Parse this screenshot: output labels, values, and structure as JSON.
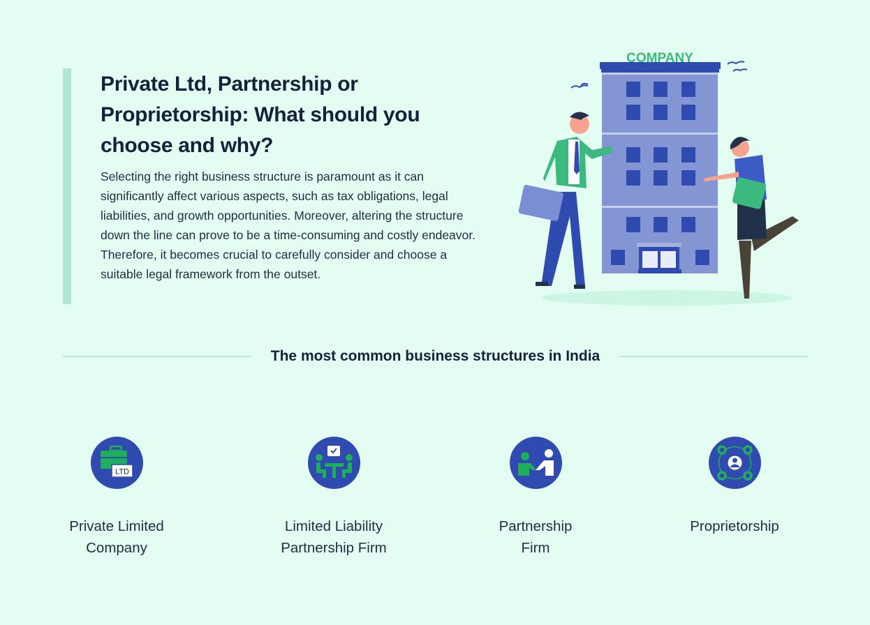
{
  "header": {
    "title": "Private Ltd, Partnership or Proprietorship: What should you choose and why?",
    "description": "Selecting the right business structure is paramount as it can significantly affect various aspects, such as tax obligations, legal liabilities, and growth opportunities. Moreover, altering the structure down the line can prove to be a time-consuming and costly endeavor. Therefore, it becomes crucial to carefully consider and choose a suitable legal framework from the outset."
  },
  "illustration": {
    "building_sign": "COMPANY",
    "description": "Two business people standing in front of a company building"
  },
  "section": {
    "title": "The most common business structures in India"
  },
  "structures": [
    {
      "label_line1": "Private Limited",
      "label_line2": "Company",
      "icon": "briefcase-ltd-icon",
      "badge": "LTD"
    },
    {
      "label_line1": "Limited Liability",
      "label_line2": "Partnership Firm",
      "icon": "meeting-table-icon"
    },
    {
      "label_line1": "Partnership",
      "label_line2": "Firm",
      "icon": "handshake-icon"
    },
    {
      "label_line1": "Proprietorship",
      "label_line2": "",
      "icon": "single-owner-network-icon"
    }
  ],
  "colors": {
    "background": "#e3fdf2",
    "accent_bar": "#b1e8d4",
    "icon_circle": "#2f4bb0",
    "icon_green": "#1fae5b",
    "heading": "#13223a",
    "building": "#8495d3",
    "building_dark": "#2f4bb0",
    "sign_green": "#3bb97e"
  }
}
